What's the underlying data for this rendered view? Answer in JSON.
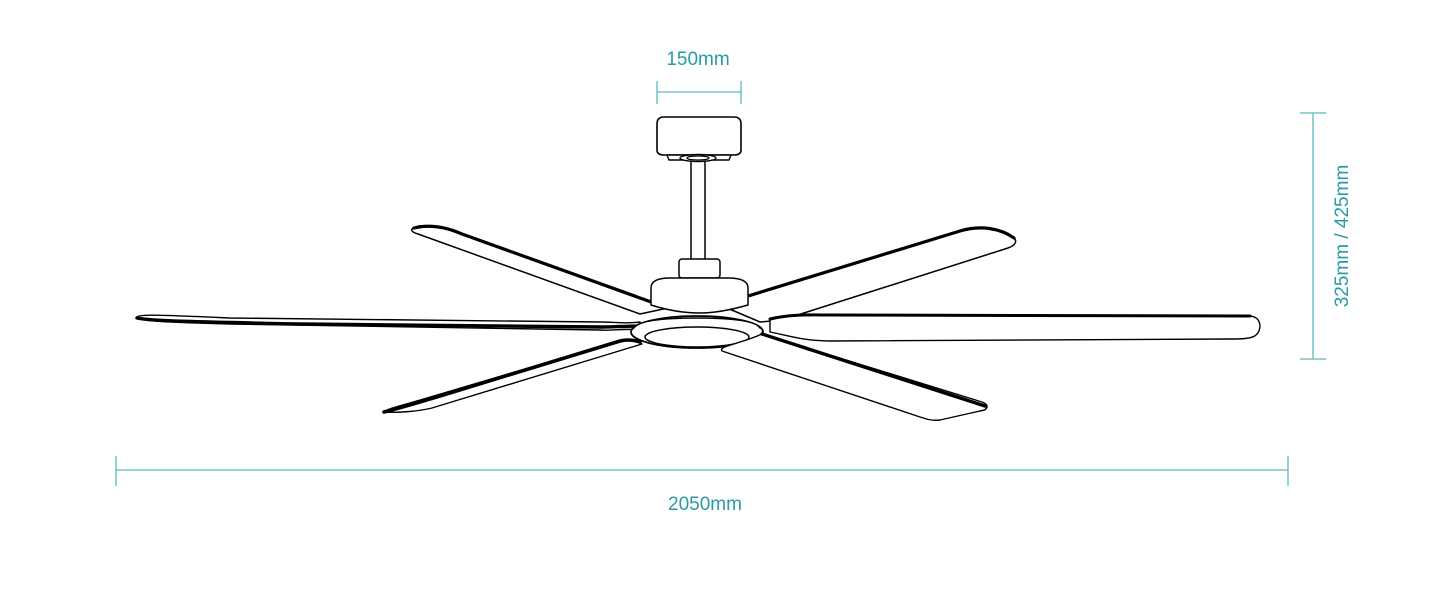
{
  "diagram": {
    "title": "Ceiling fan dimension drawing",
    "colors": {
      "dimension": "#2a9aa3",
      "dimension_line": "#5fb6bd",
      "ink": "#000000",
      "background": "#ffffff"
    },
    "dimensions": {
      "canopy_width": {
        "label": "150mm"
      },
      "height": {
        "label": "325mm / 425mm"
      },
      "span": {
        "label": "2050mm"
      }
    },
    "parts": {
      "canopy": "ceiling-canopy",
      "downrod": "downrod",
      "motor": "motor-housing",
      "light": "led-light-ring",
      "blade_count": 6
    }
  }
}
